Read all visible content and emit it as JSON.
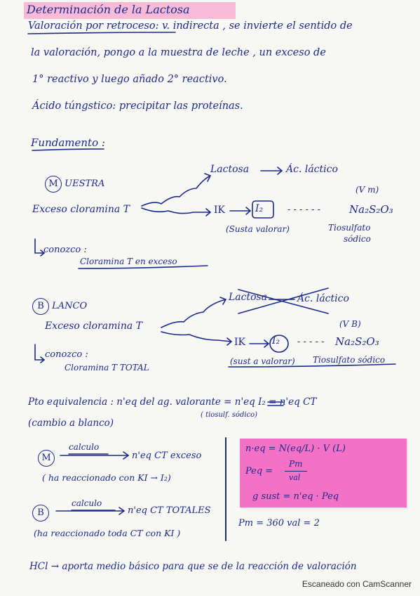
{
  "title": "Determinación de la Lactosa",
  "intro": {
    "line1": "Valoración por retroceso: v. indirecta , se invierte el sentido de",
    "line2": "la valoración, pongo a la muestra de leche , un exceso de",
    "line3": "1° reactivo   y luego añado 2° reactivo.",
    "line4": "Ácido túngstico: precipitar las proteínas."
  },
  "fundamento": {
    "heading": "Fundamento :",
    "m_circle": "M",
    "m_rest": "UESTRA",
    "m_exceso": "Exceso cloramina T",
    "m_lactosa": "Lactosa",
    "m_ac": "Ác. láctico",
    "m_vm": "(V m)",
    "m_ik": "IK",
    "m_i2": "I₂",
    "m_dots": "- - - - - -",
    "m_na": "Na₂S₂O₃",
    "m_susta": "(Susta valorar)",
    "m_tio": "Tiosulfato",
    "m_sodico": "sódico",
    "m_conozco": "conozco :",
    "m_cloramina": "Cloramina T en exceso",
    "b_circle": "B",
    "b_rest": "LANCO",
    "b_exceso": "Exceso cloramina T",
    "b_lactosa": "Lactosa",
    "b_ac": "Ác. láctico",
    "b_vb": "(V B)",
    "b_ik": "IK",
    "b_i2": "I₂",
    "b_dots": "- - - - -",
    "b_na": "Na₂S₂O₃",
    "b_sust": "(sust a valorar)",
    "b_tio": "Tiosulfato sódico",
    "b_conozco": "conozco :",
    "b_cloramina": "Cloramina T TOTAL"
  },
  "equiv": {
    "line1": "Pto equivalencia : n'eq del ag. valorante = n'eq I₂ = n'eq CT",
    "tiosulf": "( tiosulf. sódico)",
    "line2": "(cambio a blanco)"
  },
  "calc": {
    "m_circle": "M",
    "m_calculo": "calculo",
    "m_result": "n'eq CT exceso",
    "m_note": "( ha reaccionado con KI → I₂)",
    "b_circle": "B",
    "b_calculo": "calculo",
    "b_result": "n'eq CT TOTALES",
    "b_note": "(ha reaccionado toda CT con KI )"
  },
  "note": {
    "f1": "n·eq = N(eq/L) · V (L)",
    "f2_lhs": "Peq =",
    "f2_num": "Pm",
    "f2_den": "val",
    "f3": "g sust = n'eq · Peq",
    "below": "Pm = 360   val = 2"
  },
  "bottom": "HCl → aporta medio básico  para que se de la reacción de valoración",
  "footer": "Escaneado con CamScanner",
  "colors": {
    "ink": "#1c2a8c",
    "highlight": "#f7a7cf",
    "sticky": "#f472c5"
  }
}
